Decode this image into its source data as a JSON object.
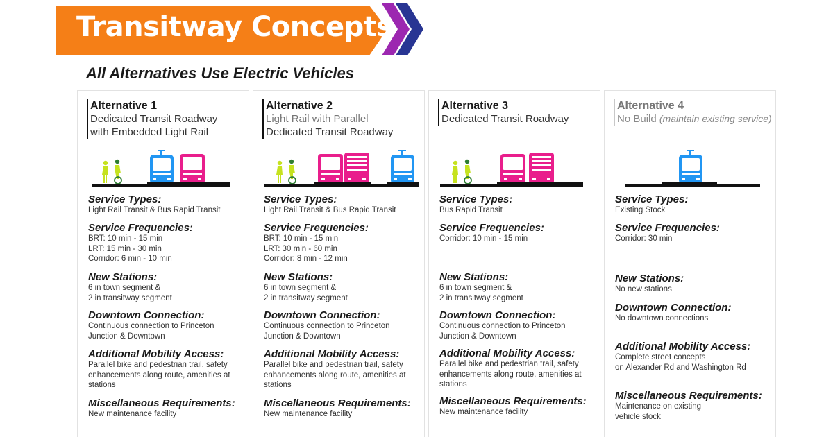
{
  "banner": {
    "title": "Transitway Concepts",
    "orange": "#f57f17",
    "purple": "#9c27b0",
    "navy": "#283593"
  },
  "subtitle": "All Alternatives Use Electric Vehicles",
  "colors": {
    "bus": "#e91e8c",
    "rail": "#2196f3",
    "pedestrian": "#c6e21f",
    "road": "#111111"
  },
  "alternatives": [
    {
      "title": "Alternative 1",
      "desc_line1": "Dedicated Transit Roadway",
      "desc_line2": "with Embedded Light Rail",
      "icons": [
        "pedestrian-cyclist-icon",
        "light-rail-icon",
        "bus-icon"
      ],
      "service_types": {
        "heading": "Service Types:",
        "lines": [
          "Light Rail Transit & Bus Rapid Transit"
        ]
      },
      "frequencies": {
        "heading": "Service Frequencies:",
        "lines": [
          "BRT: 10 min - 15 min",
          "LRT: 15 min - 30 min",
          "Corridor: 6 min - 10 min"
        ]
      },
      "stations": {
        "heading": "New Stations:",
        "lines": [
          "6 in town segment &",
          "2 in transitway segment"
        ]
      },
      "downtown": {
        "heading": "Downtown Connection:",
        "lines": [
          "Continuous connection to Princeton",
          "Junction & Downtown"
        ]
      },
      "mobility": {
        "heading": "Additional Mobility Access:",
        "lines": [
          "Parallel bike and pedestrian trail, safety",
          "enhancements along route, amenities at",
          "stations"
        ]
      },
      "misc": {
        "heading": "Miscellaneous Requirements:",
        "lines": [
          "New maintenance facility"
        ]
      }
    },
    {
      "title": "Alternative 2",
      "desc_line1_faded": "Light Rail with Parallel",
      "desc_line2": "Dedicated Transit Roadway",
      "icons": [
        "pedestrian-cyclist-icon",
        "bus-icon",
        "bus-icon",
        "light-rail-icon"
      ],
      "service_types": {
        "heading": "Service Types:",
        "lines": [
          "Light Rail Transit & Bus Rapid Transit"
        ]
      },
      "frequencies": {
        "heading": "Service Frequencies:",
        "lines": [
          "BRT: 10 min - 15 min",
          "LRT: 30 min - 60 min",
          "Corridor: 8 min - 12 min"
        ]
      },
      "stations": {
        "heading": "New Stations:",
        "lines": [
          "6 in town segment &",
          "2 in transitway segment"
        ]
      },
      "downtown": {
        "heading": "Downtown Connection:",
        "lines": [
          "Continuous connection to Princeton",
          "Junction & Downtown"
        ]
      },
      "mobility": {
        "heading": "Additional Mobility Access:",
        "lines": [
          "Parallel bike and pedestrian trail, safety",
          "enhancements along route, amenities at",
          "stations"
        ]
      },
      "misc": {
        "heading": "Miscellaneous Requirements:",
        "lines": [
          "New maintenance facility"
        ]
      }
    },
    {
      "title": "Alternative 3",
      "desc_line1": "Dedicated Transit Roadway",
      "icons": [
        "pedestrian-cyclist-icon",
        "bus-icon",
        "bus-icon"
      ],
      "service_types": {
        "heading": "Service Types:",
        "lines": [
          "Bus Rapid Transit"
        ]
      },
      "frequencies": {
        "heading": "Service Frequencies:",
        "lines": [
          "Corridor: 10 min - 15 min"
        ]
      },
      "stations": {
        "heading": "New Stations:",
        "lines": [
          "6 in town segment &",
          "2 in transitway segment"
        ]
      },
      "downtown": {
        "heading": "Downtown Connection:",
        "lines": [
          "Continuous connection to Princeton",
          "Junction & Downtown"
        ]
      },
      "mobility": {
        "heading": "Additional Mobility Access:",
        "lines": [
          "Parallel bike and pedestrian trail, safety",
          "enhancements along route, amenities at",
          "stations"
        ]
      },
      "misc": {
        "heading": "Miscellaneous Requirements:",
        "lines": [
          "New maintenance facility"
        ]
      }
    },
    {
      "title": "Alternative 4",
      "desc_line1": "No Build",
      "desc_italic": "(maintain existing service)",
      "icons": [
        "light-rail-icon"
      ],
      "service_types": {
        "heading": "Service Types:",
        "lines": [
          "Existing Stock"
        ]
      },
      "frequencies": {
        "heading": "Service Frequencies:",
        "lines": [
          "Corridor: 30 min"
        ]
      },
      "stations": {
        "heading": "New Stations:",
        "lines": [
          "No new stations"
        ]
      },
      "downtown": {
        "heading": "Downtown Connection:",
        "lines": [
          "No downtown connections"
        ]
      },
      "mobility": {
        "heading": "Additional Mobility Access:",
        "lines": [
          "Complete street concepts",
          "on Alexander Rd and Washington Rd"
        ]
      },
      "misc": {
        "heading": "Miscellaneous Requirements:",
        "lines": [
          "Maintenance on existing",
          "vehicle stock"
        ]
      }
    }
  ]
}
